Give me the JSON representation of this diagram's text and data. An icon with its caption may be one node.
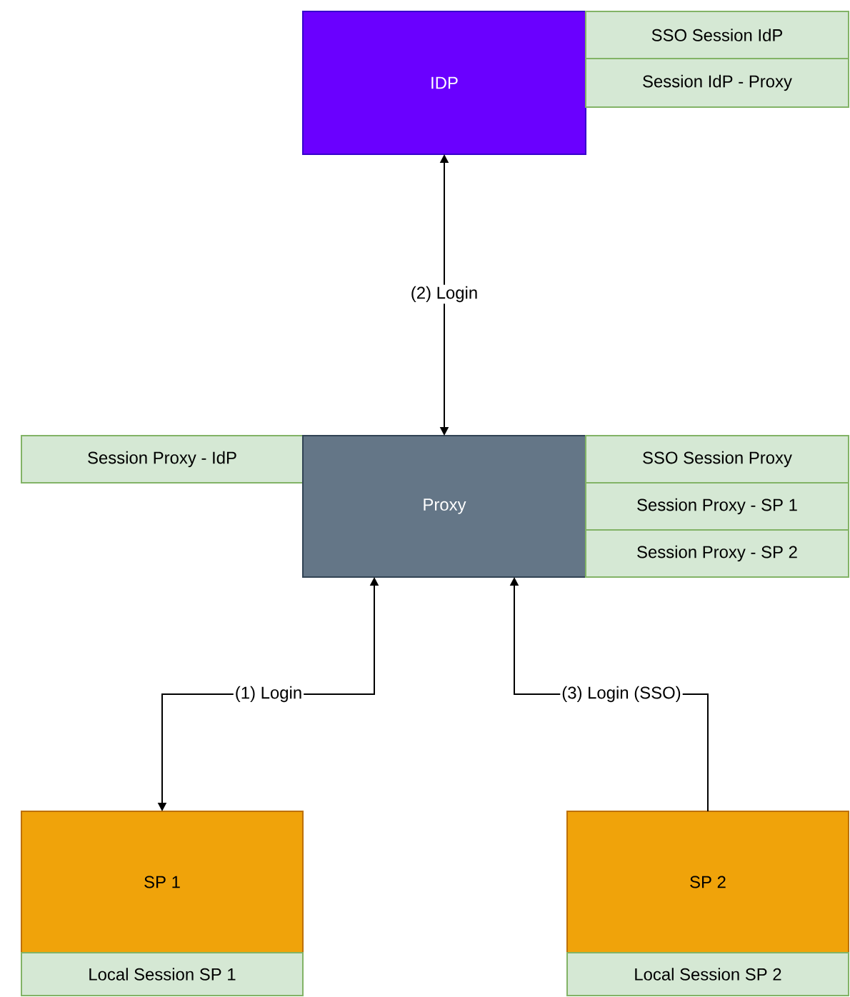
{
  "diagram": {
    "nodes": [
      {
        "text": [
          "IDP"
        ]
      },
      {
        "text": [
          "SSO Session IdP"
        ]
      },
      {
        "text": [
          "Session IdP - Proxy"
        ]
      },
      {
        "text": [
          "Session Proxy - IdP"
        ]
      },
      {
        "text": [
          "Proxy"
        ]
      },
      {
        "text": [
          "SSO Session Proxy"
        ]
      },
      {
        "text": [
          "Session Proxy - SP 1"
        ]
      },
      {
        "text": [
          "Session Proxy - SP 2"
        ]
      },
      {
        "text": [
          "SP 1"
        ]
      },
      {
        "text": [
          "Local Session SP 1"
        ]
      },
      {
        "text": [
          "SP 2"
        ]
      },
      {
        "text": [
          "Local Session SP 2"
        ]
      }
    ],
    "edges": [
      {
        "from": 0,
        "to": 4,
        "arrow": "both",
        "label": "(2) Login"
      },
      {
        "from": 4,
        "to": 8,
        "arrow": "both",
        "label": "(1) Login"
      },
      {
        "from": 10,
        "to": 4,
        "arrow": "to",
        "label": "(3) Login (SSO)"
      }
    ]
  }
}
